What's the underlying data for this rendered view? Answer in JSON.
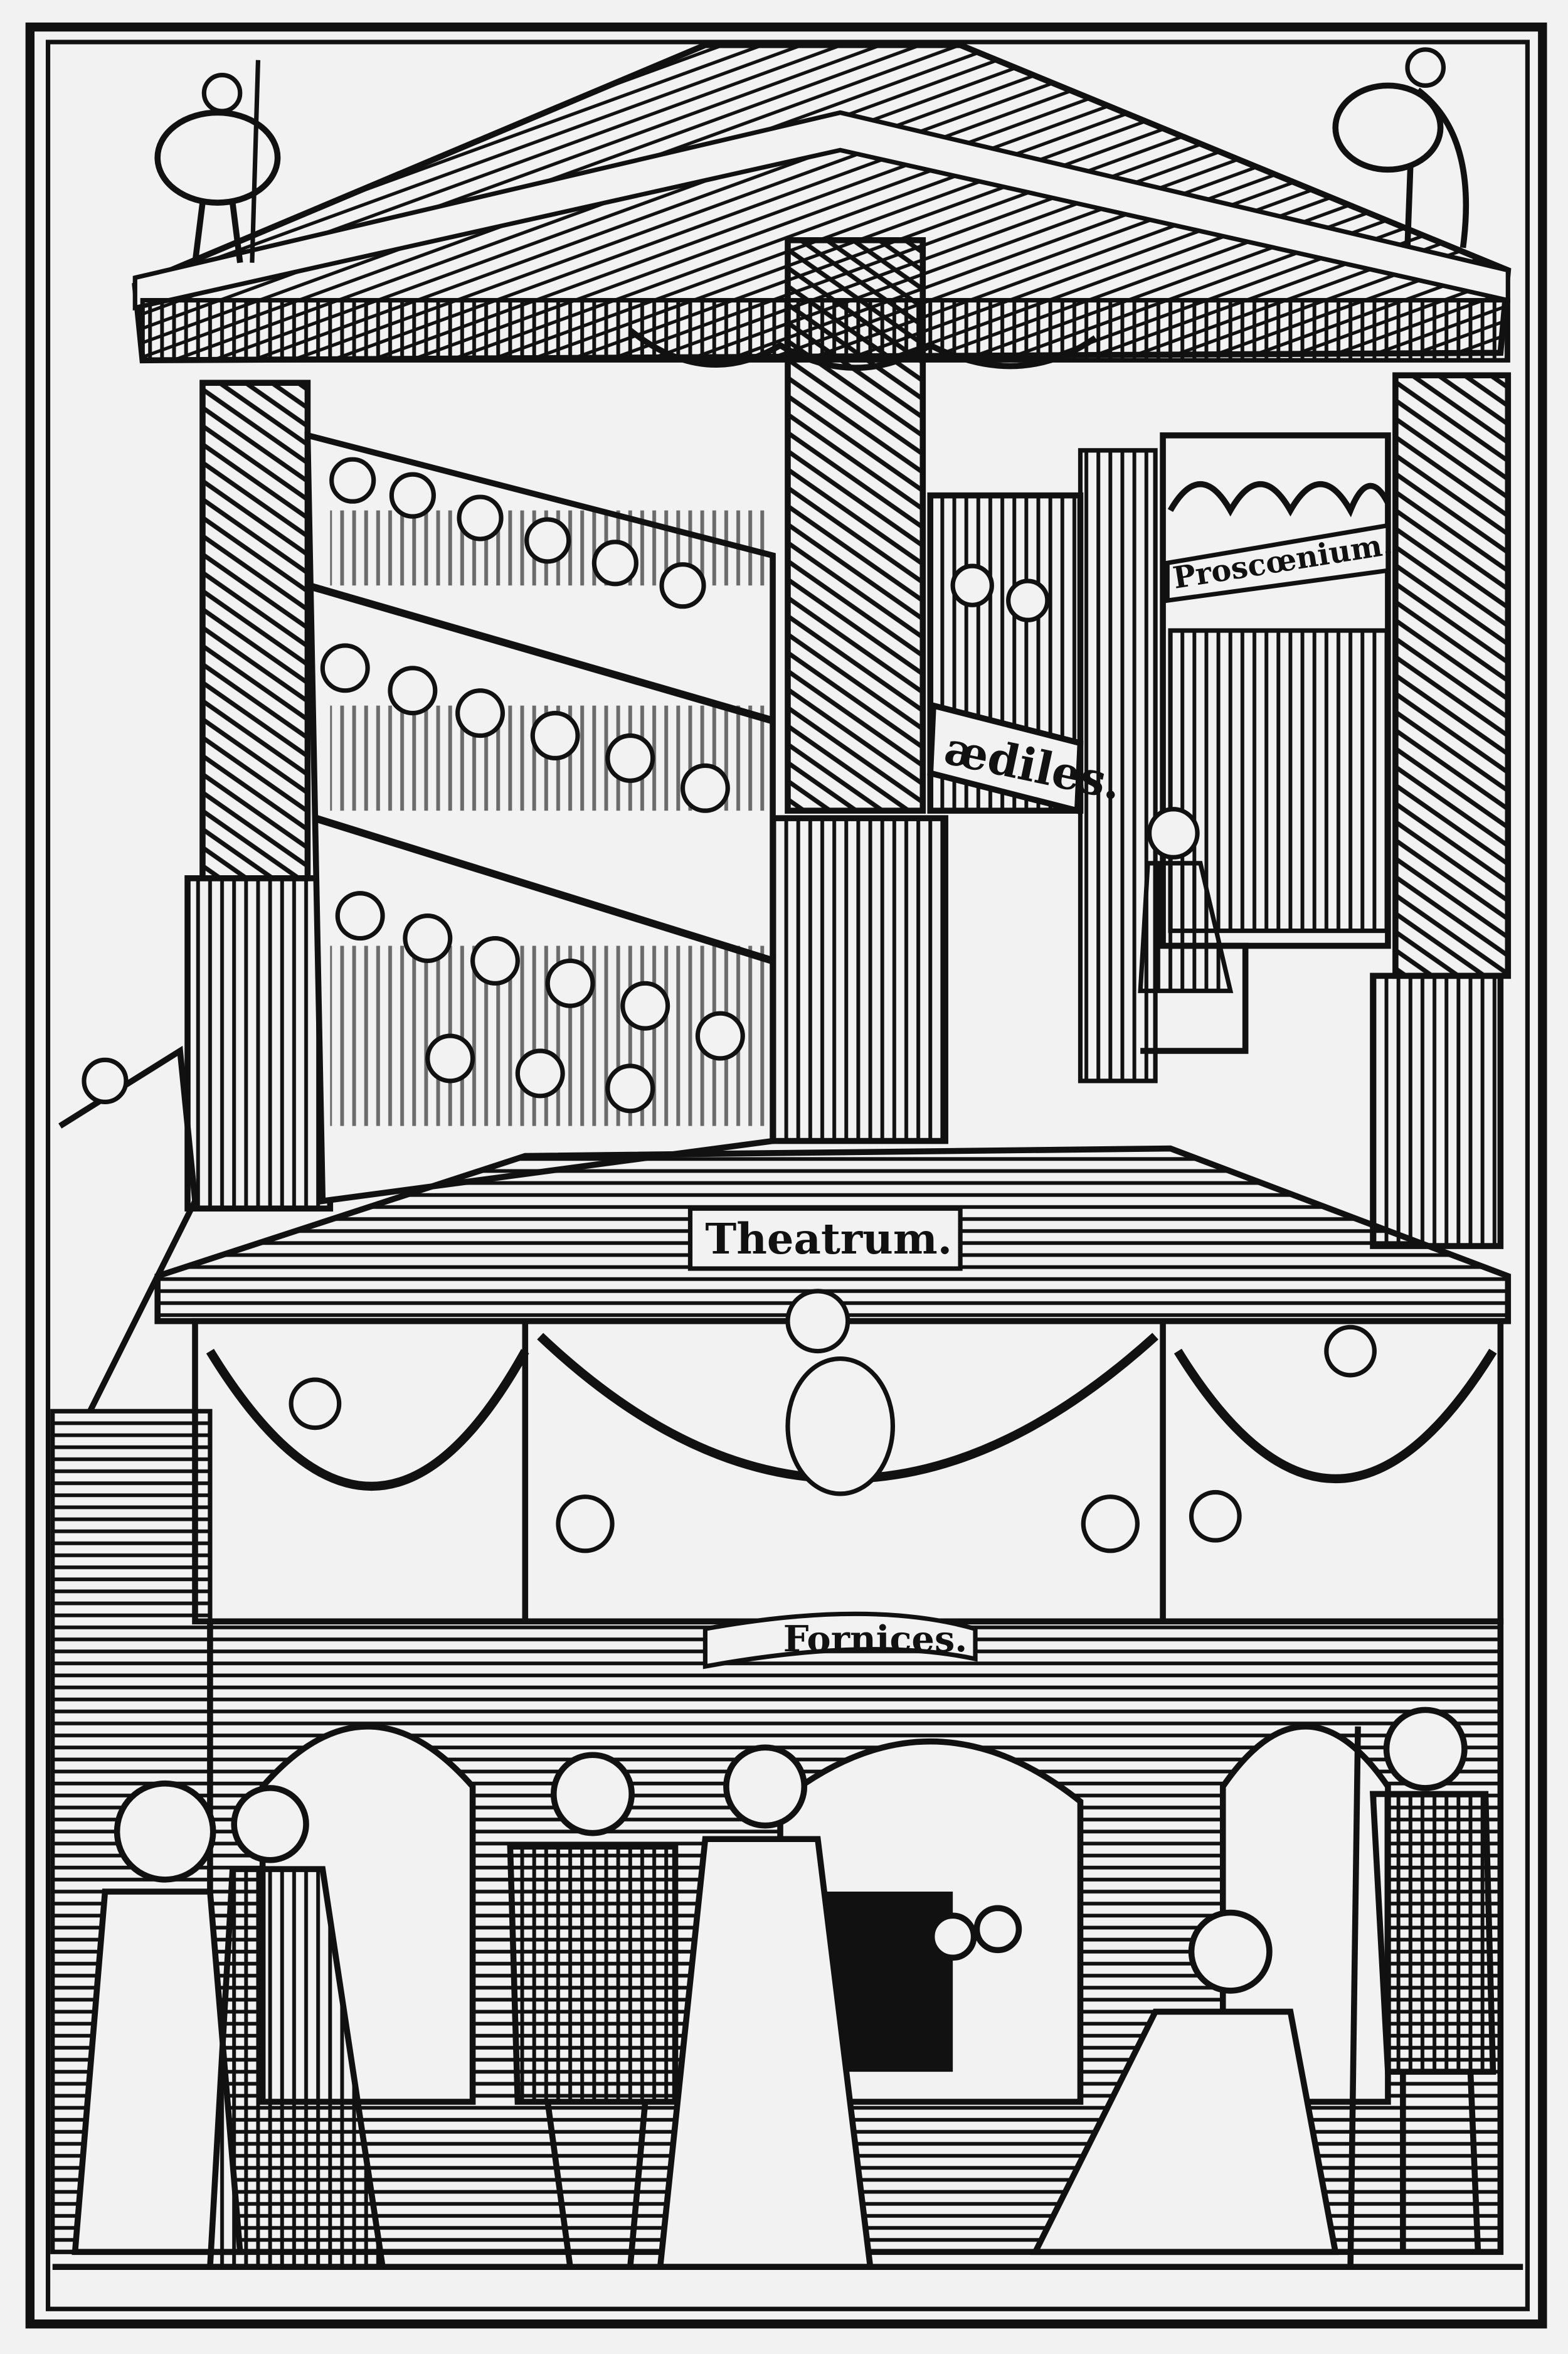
{
  "artwork": {
    "labels": {
      "proscaenium": "Proscœnium.",
      "aediles": "ædiles.",
      "theatrum": "Theatrum.",
      "fornices": "Fornices."
    },
    "colors": {
      "ink": "#111111",
      "paper": "#f2f2f2"
    }
  }
}
